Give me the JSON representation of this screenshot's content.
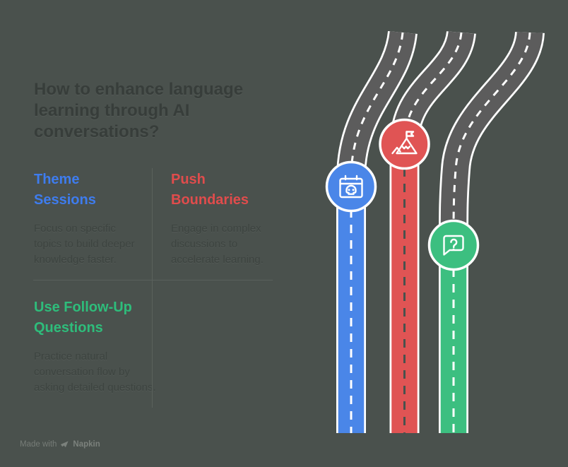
{
  "title": "How to enhance language learning through AI conversations?",
  "sections": [
    {
      "id": "theme-sessions",
      "title": "Theme Sessions",
      "description": "Focus on specific topics to build deeper knowledge faster.",
      "color": "#3e7cee",
      "icon": "calendar-skull-icon"
    },
    {
      "id": "push-boundaries",
      "title": "Push Boundaries",
      "description": "Engage in complex discussions to accelerate learning.",
      "color": "#e04c4c",
      "icon": "mountain-flag-icon"
    },
    {
      "id": "use-follow-up-questions",
      "title": "Use Follow-Up Questions",
      "description": "Practice natural conversation flow by asking detailed questions.",
      "color": "#2ebd7b",
      "icon": "question-bubble-icon"
    }
  ],
  "footer": {
    "made_with": "Made with",
    "brand": "Napkin"
  },
  "colors": {
    "background": "#4a514d",
    "title_text": "#373d3a",
    "body_text": "#3d4440",
    "divider": "#5a615c",
    "road_gray": "#5c5c5c",
    "road_edge": "#ffffff",
    "blue": "#4a86e8",
    "red": "#e05454",
    "green": "#3cbf80"
  }
}
